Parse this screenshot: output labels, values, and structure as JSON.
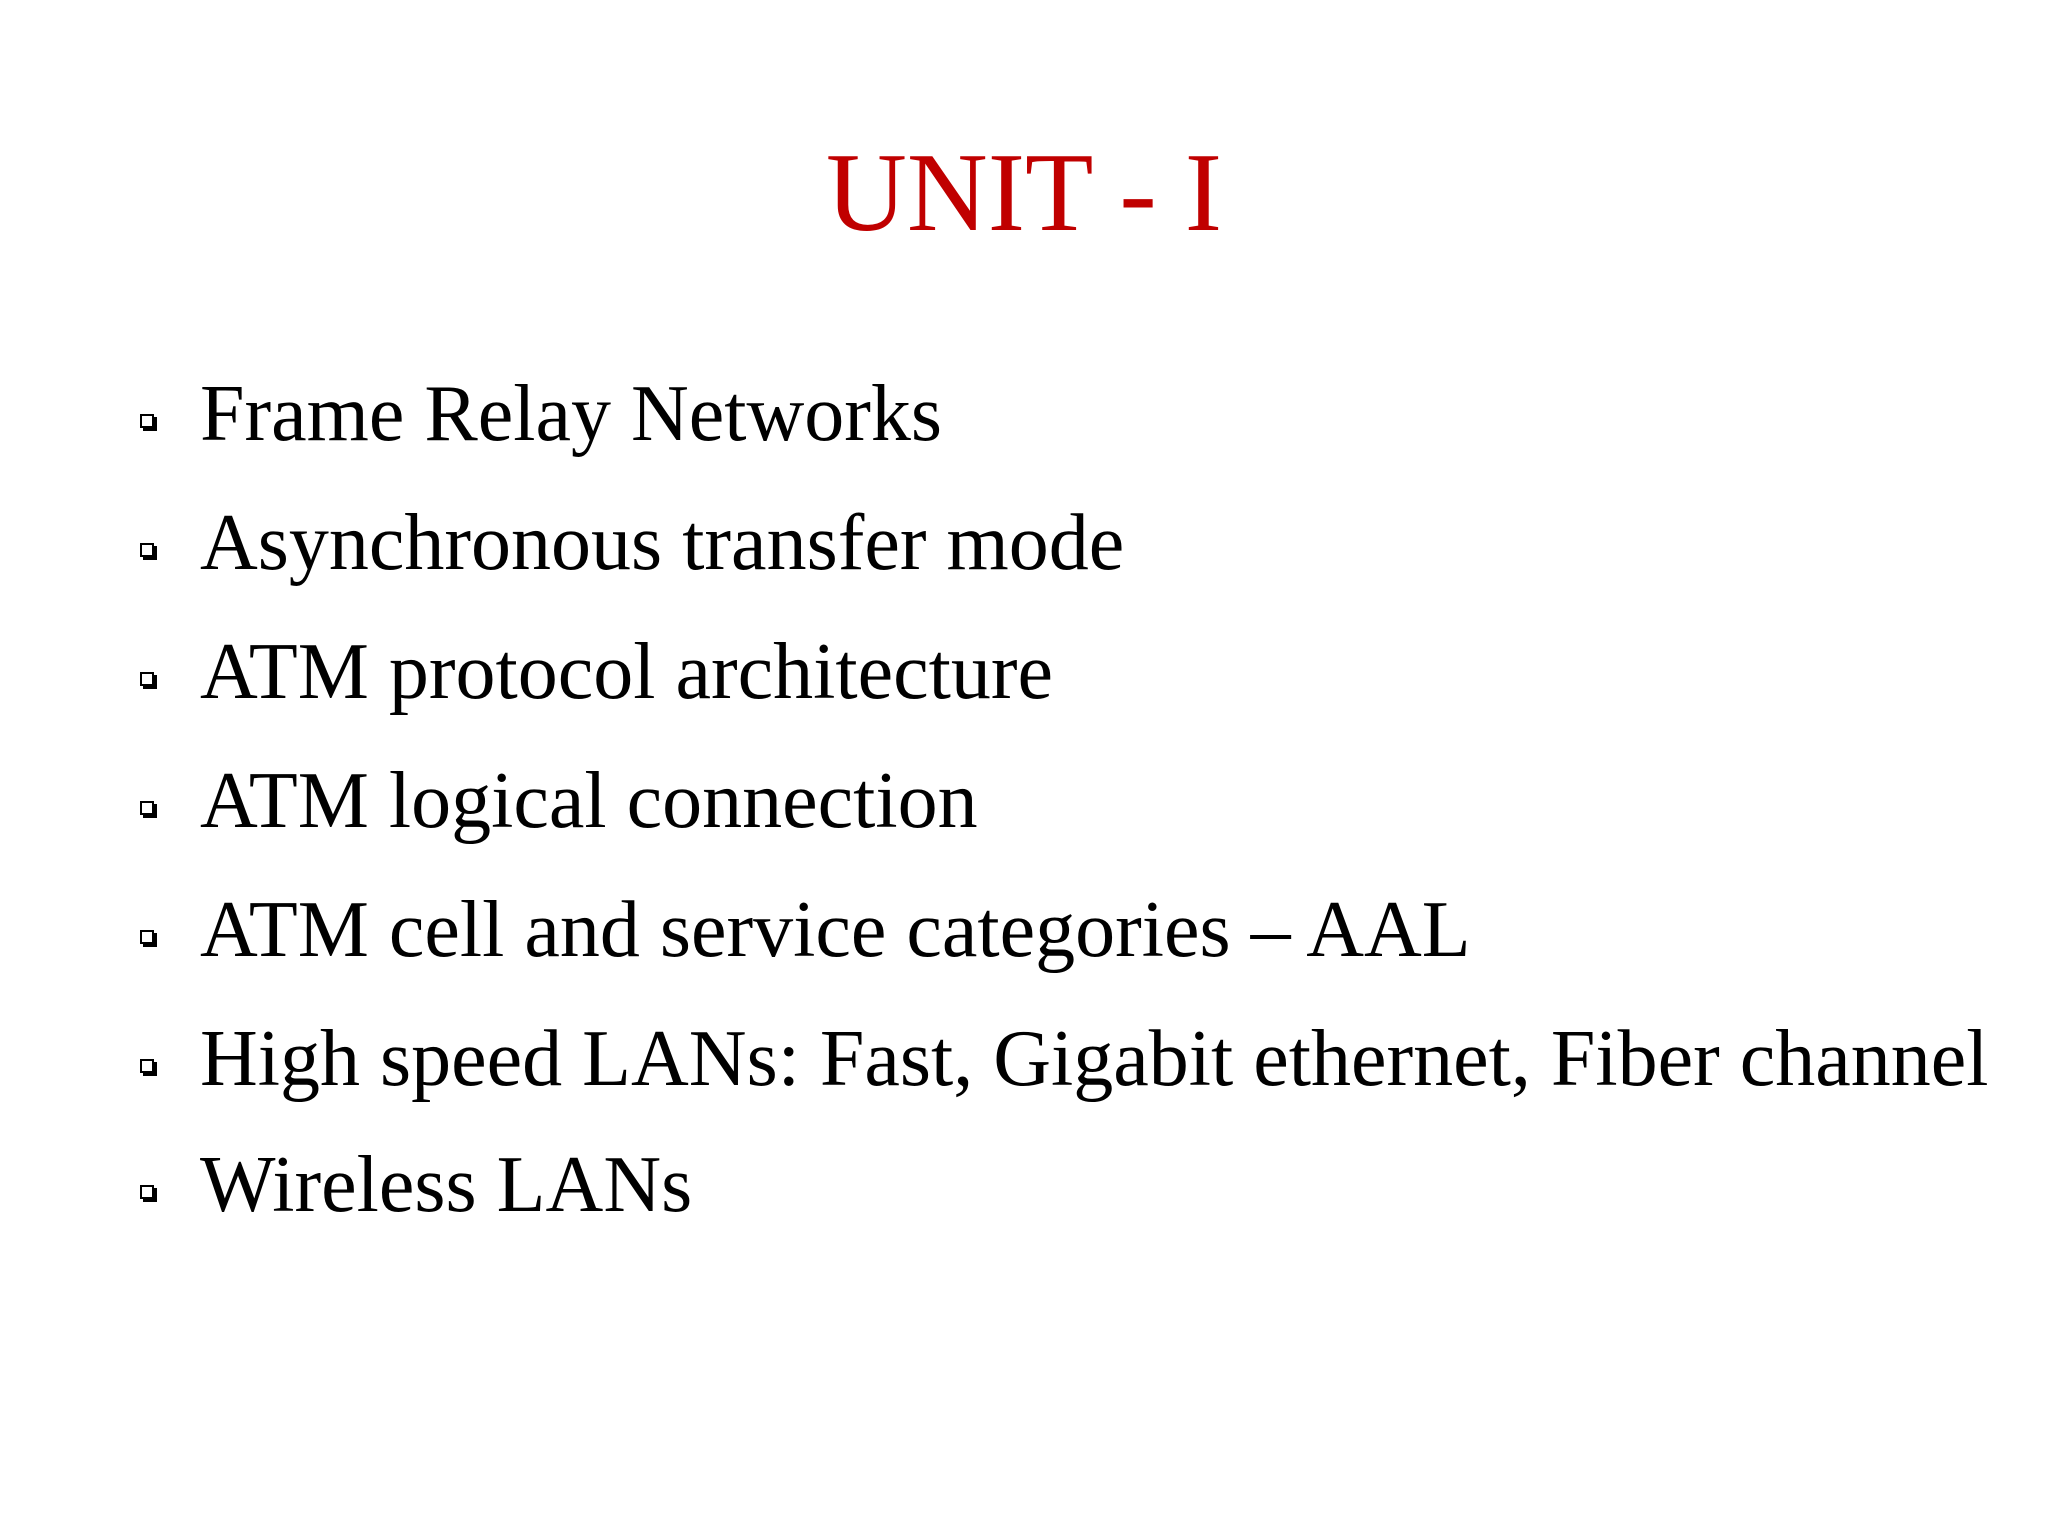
{
  "slide": {
    "title": "UNIT - I",
    "title_color": "#c00000",
    "bullet_icon": "square-bullet-icon",
    "items": [
      {
        "text": "Frame Relay Networks"
      },
      {
        "text": "Asynchronous transfer mode"
      },
      {
        "text": "ATM protocol architecture"
      },
      {
        "text": "ATM logical connection"
      },
      {
        "text": "ATM cell and service categories – AAL"
      },
      {
        "text": "High speed LANs: Fast, Gigabit ethernet, Fiber channel"
      },
      {
        "text": "Wireless LANs"
      }
    ]
  }
}
